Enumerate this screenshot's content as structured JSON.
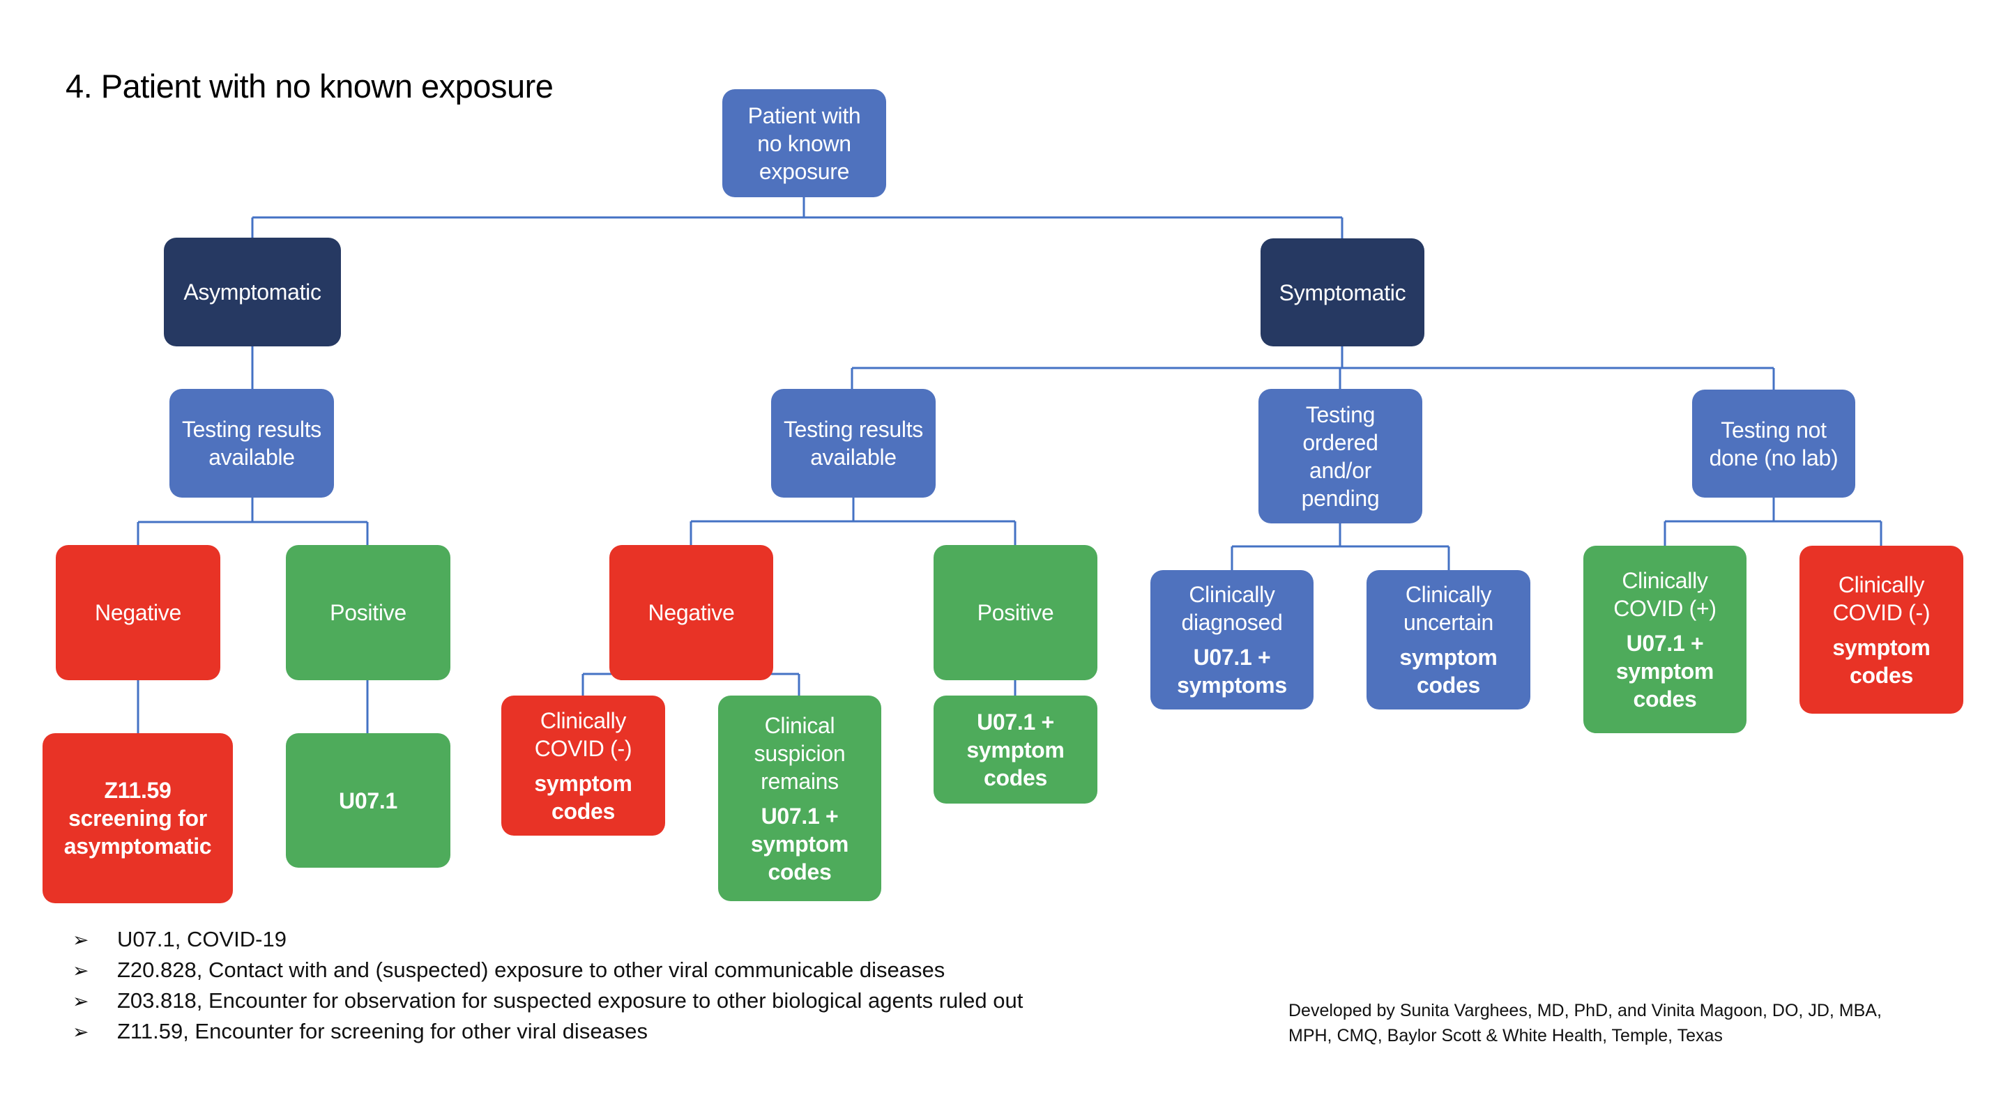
{
  "title": "4. Patient with no known exposure",
  "colors": {
    "navy": "#263962",
    "blue": "#4F72BE",
    "red": "#E83326",
    "green": "#4EAB5B",
    "connector": "#4472C4"
  },
  "nodes": {
    "root": {
      "lines": [
        "Patient with",
        "no known",
        "exposure"
      ]
    },
    "asymptomatic": {
      "label": "Asymptomatic"
    },
    "symptomatic": {
      "label": "Symptomatic"
    },
    "asym_testing": {
      "lines": [
        "Testing results",
        "available"
      ]
    },
    "asym_negative": {
      "label": "Negative"
    },
    "asym_positive": {
      "label": "Positive"
    },
    "asym_neg_code": {
      "code_lines": [
        "Z11.59",
        "screening for",
        "asymptomatic"
      ]
    },
    "asym_pos_code": {
      "code_lines": [
        "U07.1"
      ]
    },
    "sym_testing": {
      "lines": [
        "Testing results",
        "available"
      ]
    },
    "sym_negative": {
      "label": "Negative"
    },
    "sym_positive": {
      "label": "Positive"
    },
    "sym_neg_clin_neg": {
      "lines": [
        "Clinically",
        "COVID (-)"
      ],
      "code_lines": [
        "symptom",
        "codes"
      ]
    },
    "sym_neg_clin_susp": {
      "lines": [
        "Clinical",
        "suspicion",
        "remains"
      ],
      "code_lines": [
        "U07.1 +",
        "symptom",
        "codes"
      ]
    },
    "sym_pos_code": {
      "code_lines": [
        "U07.1 +",
        "symptom",
        "codes"
      ]
    },
    "sym_pending": {
      "lines": [
        "Testing",
        "ordered",
        "and/or",
        "pending"
      ]
    },
    "pending_diag": {
      "lines": [
        "Clinically",
        "diagnosed"
      ],
      "code_lines": [
        "U07.1 +",
        "symptoms"
      ]
    },
    "pending_uncertain": {
      "lines": [
        "Clinically",
        "uncertain"
      ],
      "code_lines": [
        "symptom",
        "codes"
      ]
    },
    "sym_nolab": {
      "lines": [
        "Testing not",
        "done (no lab)"
      ]
    },
    "nolab_pos": {
      "lines": [
        "Clinically",
        "COVID (+)"
      ],
      "code_lines": [
        "U07.1 +",
        "symptom",
        "codes"
      ]
    },
    "nolab_neg": {
      "lines": [
        "Clinically",
        "COVID (-)"
      ],
      "code_lines": [
        "symptom",
        "codes"
      ]
    }
  },
  "legend": {
    "bullet_icon": "arrowhead-bullet",
    "bullet_glyph": "➢",
    "items": [
      "U07.1, COVID-19",
      "Z20.828, Contact with and (suspected) exposure to other viral communicable diseases",
      "Z03.818, Encounter for observation for suspected exposure to other biological agents ruled out",
      "Z11.59, Encounter for screening for other viral diseases"
    ]
  },
  "credits": {
    "lines": [
      "Developed by Sunita Varghees, MD, PhD, and Vinita Magoon, DO, JD, MBA,",
      "MPH, CMQ, Baylor Scott & White Health, Temple, Texas"
    ]
  }
}
